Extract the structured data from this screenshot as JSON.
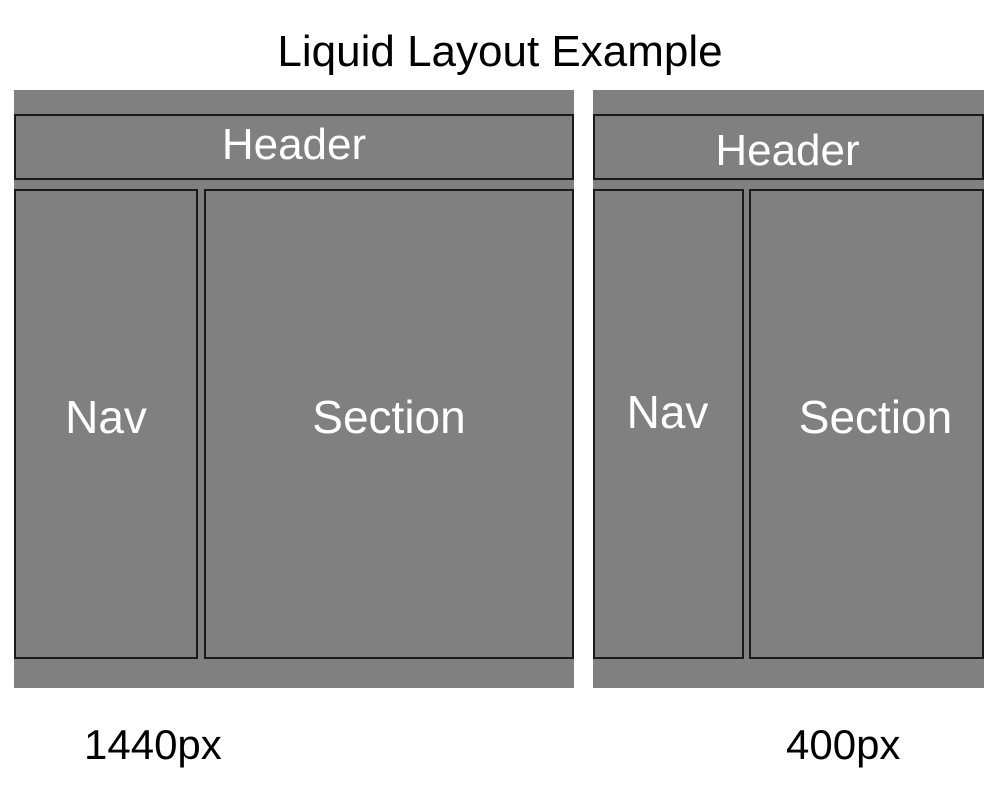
{
  "title": "Liquid Layout Example",
  "colors": {
    "panel": "#808080",
    "border": "#1a1a1a",
    "box_text": "#ffffff",
    "label_text": "#000000"
  },
  "layouts": [
    {
      "header": "Header",
      "nav": "Nav",
      "section": "Section",
      "width_label": "1440px"
    },
    {
      "header": "Header",
      "nav": "Nav",
      "section": "Section",
      "width_label": "400px"
    }
  ]
}
